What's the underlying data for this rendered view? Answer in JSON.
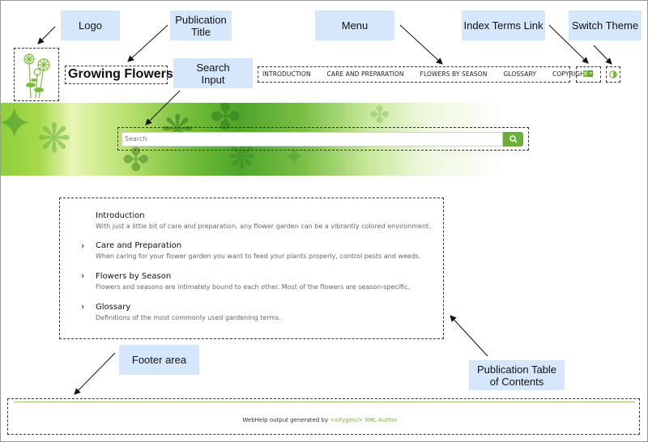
{
  "callouts": {
    "logo": "Logo",
    "publication_title": "Publication Title",
    "menu": "Menu",
    "index_terms_link": "Index Terms Link",
    "switch_theme": "Switch Theme",
    "search_input": "Search Input",
    "footer_area": "Footer area",
    "publication_toc": "Publication Table of Contents"
  },
  "header": {
    "title": "Growing Flowers",
    "menu_items": [
      "INTRODUCTION",
      "CARE AND PREPARATION",
      "FLOWERS BY SEASON",
      "GLOSSARY",
      "COPYRIGHT"
    ],
    "index_icon": "book-icon",
    "theme_icon": "half-circle-icon"
  },
  "search": {
    "placeholder": "Search",
    "button_icon": "search-icon"
  },
  "toc": [
    {
      "title": "Introduction",
      "desc": "With just a little bit of care and preparation, any flower garden can be a vibrantly colored environment.",
      "has_children": false
    },
    {
      "title": "Care and Preparation",
      "desc": "When caring for your flower garden you want to feed your plants properly, control pests and weeds.",
      "has_children": true
    },
    {
      "title": "Flowers by Season",
      "desc": "Flowers and seasons are intimately bound to each other. Most of the flowers are season-specific.",
      "has_children": true
    },
    {
      "title": "Glossary",
      "desc": "Definitions of the most commonly used gardening terms.",
      "has_children": true
    }
  ],
  "footer": {
    "prefix": "WebHelp output generated by ",
    "brand": "<oXygen/> XML Author"
  },
  "colors": {
    "callout_bg": "#d6e6fb",
    "accent_green": "#6cae3e",
    "banner_green": "#4ea52b"
  }
}
